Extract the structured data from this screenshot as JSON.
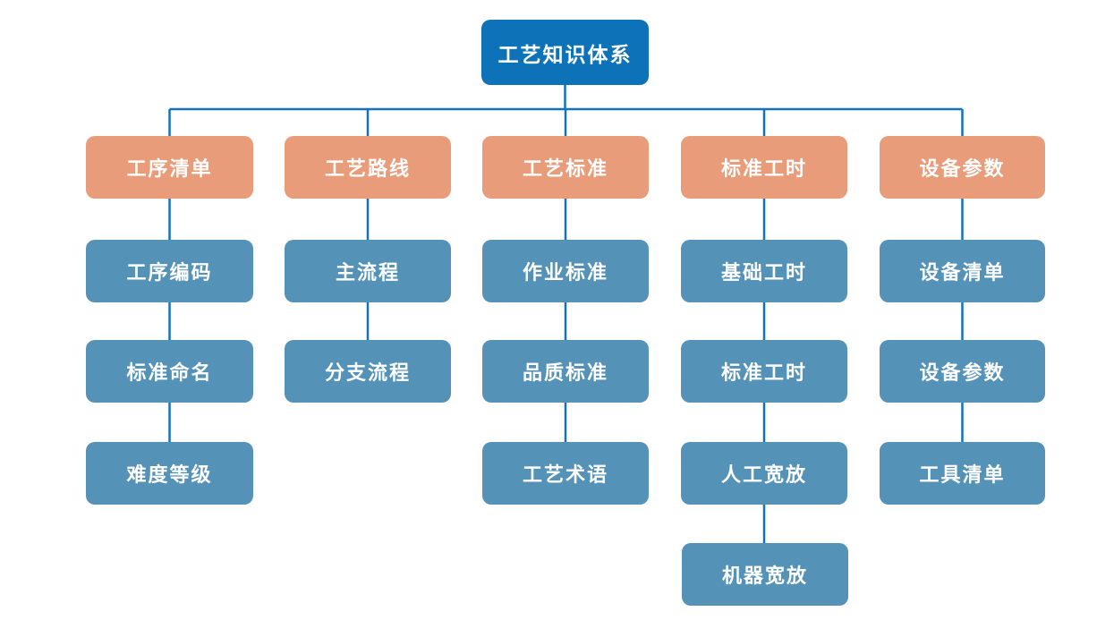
{
  "diagram": {
    "title": "工艺知识体系",
    "colors": {
      "root_bg": "#0E72B9",
      "branch_bg": "#E89C79",
      "leaf_bg": "#5592B8",
      "connector": "#1272BD",
      "text": "#FFFFFF",
      "page_bg": "#FFFFFF"
    },
    "root": {
      "label": "工艺知识体系"
    },
    "columns": [
      {
        "parent": {
          "label": "工序清单"
        },
        "children": [
          {
            "label": "工序编码"
          },
          {
            "label": "标准命名"
          },
          {
            "label": "难度等级"
          }
        ]
      },
      {
        "parent": {
          "label": "工艺路线"
        },
        "children": [
          {
            "label": "主流程"
          },
          {
            "label": "分支流程"
          }
        ]
      },
      {
        "parent": {
          "label": "工艺标准"
        },
        "children": [
          {
            "label": "作业标准"
          },
          {
            "label": "品质标准"
          },
          {
            "label": "工艺术语"
          }
        ]
      },
      {
        "parent": {
          "label": "标准工时"
        },
        "children": [
          {
            "label": "基础工时"
          },
          {
            "label": "标准工时"
          },
          {
            "label": "人工宽放"
          },
          {
            "label": "机器宽放"
          }
        ]
      },
      {
        "parent": {
          "label": "设备参数"
        },
        "children": [
          {
            "label": "设备清单"
          },
          {
            "label": "设备参数"
          },
          {
            "label": "工具清单"
          }
        ]
      }
    ]
  }
}
